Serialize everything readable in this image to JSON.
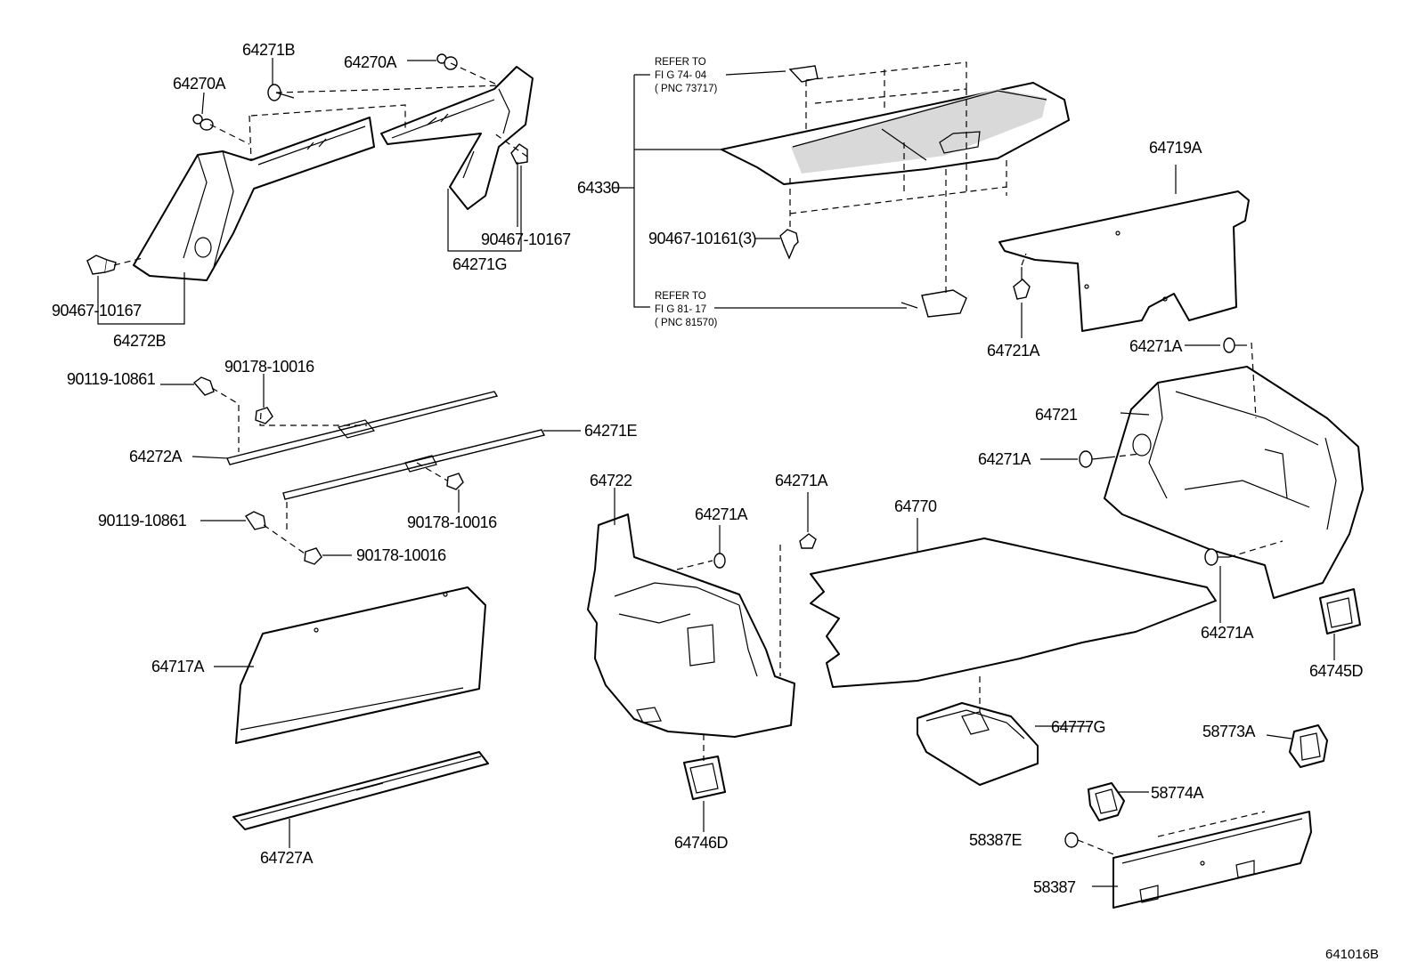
{
  "diagram": {
    "figure_code": "641016B",
    "labels": {
      "p64271B": "64271B",
      "p64270A_top": "64270A",
      "p64270A_left": "64270A",
      "p90467_10167_right": "90467-10167",
      "p64271G": "64271G",
      "p90467_10167_left": "90467-10167",
      "p64272B": "64272B",
      "p90119_10861_top": "90119-10861",
      "p90178_10016_top": "90178-10016",
      "p64272A": "64272A",
      "p64271E": "64271E",
      "p90119_10861_mid": "90119-10861",
      "p90178_10016_mid": "90178-10016",
      "p90178_10016_bot": "90178-10016",
      "p64717A": "64717A",
      "p64727A": "64727A",
      "p64330": "64330",
      "p90467_10161_3": "90467-10161(3)",
      "p64719A": "64719A",
      "p64721A": "64721A",
      "p64271A_upper": "64271A",
      "p64721": "64721",
      "p64271A_left": "64271A",
      "p64271A_lower": "64271A",
      "p64745D": "64745D",
      "p64722": "64722",
      "p64271A_center": "64271A",
      "p64271A_center2": "64271A",
      "p64746D": "64746D",
      "p64770": "64770",
      "p64777G": "64777G",
      "p58773A": "58773A",
      "p58774A": "58774A",
      "p58387E": "58387E",
      "p58387": "58387"
    },
    "refer1": {
      "line1": "REFER TO",
      "line2": "FI G 74- 04",
      "line3": "( PNC 73717)"
    },
    "refer2": {
      "line1": "REFER TO",
      "line2": "FI G 81- 17",
      "line3": "( PNC 81570)"
    }
  }
}
